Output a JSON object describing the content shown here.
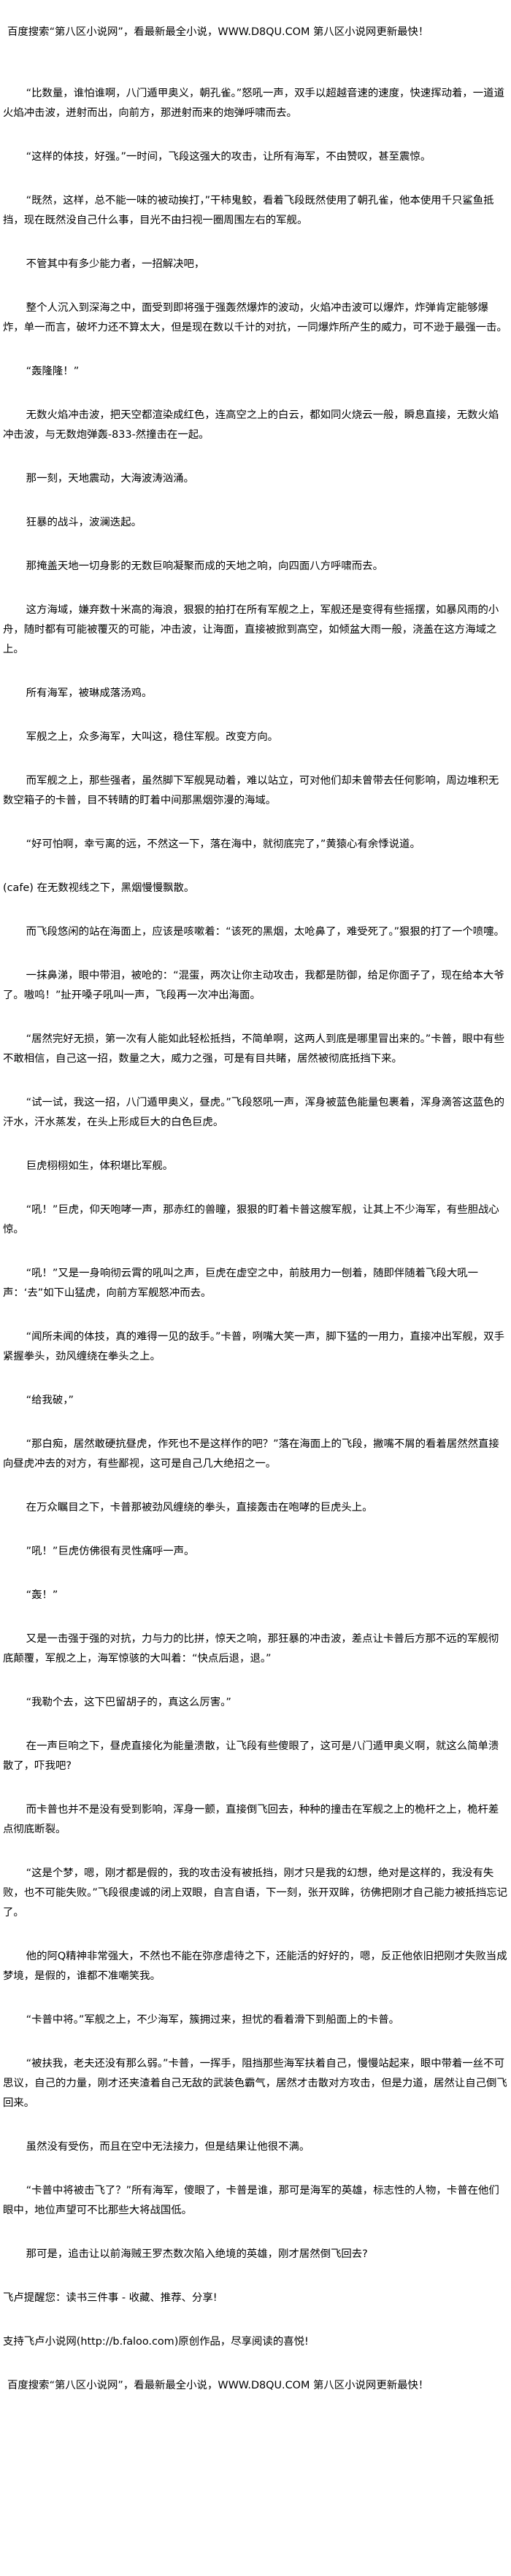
{
  "banner": "百度搜索“第八区小说网”，看最新最全小说，WWW.D8QU.COM  第八区小说网更新最快！",
  "paragraphs": [
    "“比数量，谁怕谁啊，八门遁甲奥义，朝孔雀。”怒吼一声，双手以超越音速的速度，快速挥动着，一道道火焰冲击波，迸射而出，向前方，那迸射而来的炮弹呼啸而去。",
    "“这样的体技，好强。”一时间，飞段这强大的攻击，让所有海军，不由赞叹，甚至震惊。",
    "“既然，这样，总不能一味的被动挨打，”干柿鬼鲛，看着飞段既然使用了朝孔雀，他本使用千只鲨鱼抵挡，现在既然没自己什么事，目光不由扫视一圈周围左右的军舰。",
    "不管其中有多少能力者，一招解决吧，",
    "整个人沉入到深海之中，面受到即将强于强轰然爆炸的波动，火焰冲击波可以爆炸，炸弹肯定能够爆炸，单一而言，破坏力还不算太大，但是现在数以千计的对抗，一同爆炸所产生的威力，可不逊于最强一击。",
    "“轰隆隆！”",
    "无数火焰冲击波，把天空都渲染成红色，连高空之上的白云，都如同火烧云一般，瞬息直接，无数火焰冲击波，与无数炮弹轰-833-然撞击在一起。",
    "那一刻，天地震动，大海波涛汹涌。",
    "狂暴的战斗，波澜迭起。",
    "那掩盖天地一切身影的无数巨响凝聚而成的天地之响，向四面八方呼啸而去。",
    "这方海域，嫌弃数十米高的海浪，狠狠的拍打在所有军舰之上，军舰还是变得有些摇摆，如暴风雨的小舟，随时都有可能被覆灭的可能，冲击波，让海面，直接被掀到高空，如倾盆大雨一般，浇盖在这方海域之上。",
    "所有海军，被琳成落汤鸡。",
    "军舰之上，众多海军，大叫这，稳住军舰。改变方向。",
    "而军舰之上，那些强者，虽然脚下军舰晃动着，难以站立，可对他们却未曾带去任何影响，周边堆积无数空箱子的卡普，目不转睛的盯着中间那黑烟弥漫的海域。",
    "“好可怕啊，幸亏离的远，不然这一下，落在海中，就彻底完了，”黄猿心有余悸说道。",
    "(cafe)  在无数视线之下，黑烟慢慢飘散。",
    "而飞段悠闲的站在海面上，应该是咳嗽着：“该死的黑烟，太呛鼻了，难受死了。”狠狠的打了一个喷嚏。",
    "一抹鼻涕，眼中带泪，被呛的：“混蛋，两次让你主动攻击，我都是防御，给足你面子了，现在给本大爷了。嗷呜！”扯开嗓子吼叫一声，飞段再一次冲出海面。",
    "“居然完好无损，第一次有人能如此轻松抵挡，不简单啊，这两人到底是哪里冒出来的。”卡普，眼中有些不敢相信，自己这一招，数量之大，威力之强，可是有目共睹，居然被彻底抵挡下来。",
    "“试一试，我这一招，八门遁甲奥义，昼虎。”飞段怒吼一声，浑身被蓝色能量包裹着，浑身滴答这蓝色的汗水，汗水蒸发，在头上形成巨大的白色巨虎。",
    "巨虎栩栩如生，体积堪比军舰。",
    "“吼！”巨虎，仰天咆哮一声，那赤红的兽瞳，狠狠的盯着卡普这艘军舰，让其上不少海军，有些胆战心惊。",
    "“吼！”又是一身响彻云霄的吼叫之声，巨虎在虚空之中，前肢用力一刨着，随即伴随着飞段大吼一声：‘去”如下山猛虎，向前方军舰怒冲而去。",
    "“闻所未闻的体技，真的难得一见的敌手。”卡普，咧嘴大笑一声，脚下猛的一用力，直接冲出军舰，双手紧握拳头，劲风缠绕在拳头之上。",
    "“给我破，”",
    "“那白痴，居然敢硬抗昼虎，作死也不是这样作的吧？”落在海面上的飞段，撇嘴不屑的看着居然然直接向昼虎冲去的对方，有些鄙视，这可是自己几大绝招之一。",
    "在万众瞩目之下，卡普那被劲风缠绕的拳头，直接轰击在咆哮的巨虎头上。",
    "”吼！”巨虎仿佛很有灵性痛呼一声。",
    "“轰！”",
    "又是一击强于强的对抗，力与力的比拼，惊天之响，那狂暴的冲击波，差点让卡普后方那不远的军舰彻底颠覆，军舰之上，海军惊骇的大叫着：“快点后退，退。”",
    "“我勒个去，这下巴留胡子的，真这么厉害。”",
    "在一声巨响之下，昼虎直接化为能量溃散，让飞段有些傻眼了，这可是八门遁甲奥义啊，就这么简单溃散了，吓我吧?",
    "而卡普也并不是没有受到影响，浑身一颤，直接倒飞回去，种种的撞击在军舰之上的桅杆之上，桅杆差点彻底断裂。",
    "“这是个梦，嗯，刚才都是假的，我的攻击没有被抵挡，刚才只是我的幻想，绝对是这样的，我没有失败，也不可能失败。”飞段很虔诚的闭上双眼，自言自语，下一刻，张开双眸，彷佛把刚才自己能力被抵挡忘记了。",
    "他的阿Q精神非常强大，不然也不能在弥彦虐待之下，还能活的好好的，嗯，反正他依旧把刚才失败当成梦境，是假的，谁都不准嘲笑我。",
    "“卡普中将。”军舰之上，不少海军，簇拥过来，担忧的看着滑下到船面上的卡普。",
    "“被扶我，老夫还没有那么弱。”卡普，一挥手，阻挡那些海军扶着自己，慢慢站起来，眼中带着一丝不可思议，自己的力量，刚才还夹渣着自己无敌的武装色霸气，居然才击散对方攻击，但是力道，居然让自己倒飞回来。",
    "虽然没有受伤，而且在空中无法接力，但是结果让他很不满。",
    "“卡普中将被击飞了？”所有海军，傻眼了，卡普是谁，那可是海军的英雄，标志性的人物，卡普在他们眼中，地位声望可不比那些大将战国低。",
    "那可是，追击让以前海贼王罗杰数次陷入绝境的英雄，刚才居然倒飞回去?"
  ],
  "reminder": "飞卢提醒您：读书三件事 - 收藏、推荐、分享!",
  "support": "支持飞卢小说网(http://b.faloo.com)原创作品，尽享阅读的喜悦!"
}
